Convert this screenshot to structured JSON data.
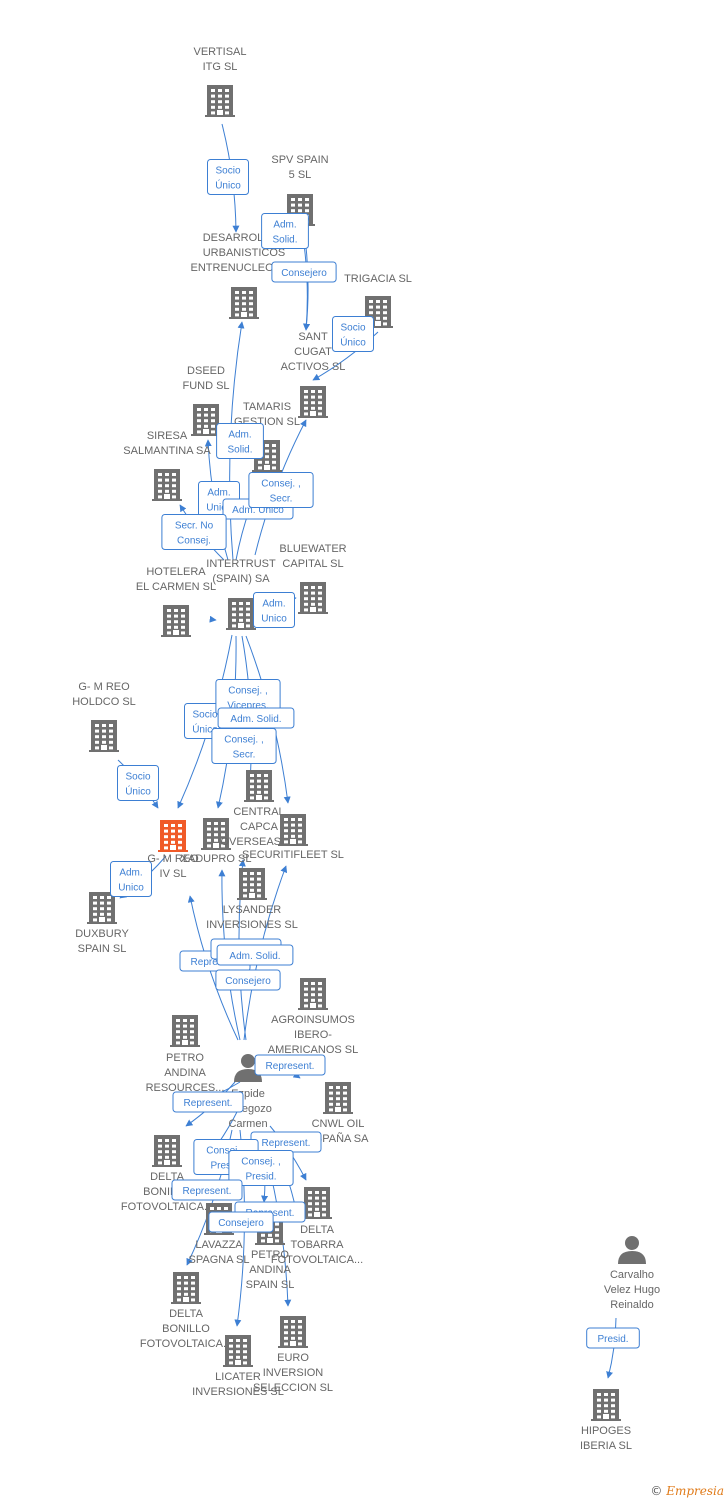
{
  "colors": {
    "edge": "#3d7fd3",
    "company": "#707070",
    "highlight": "#f05a28",
    "label": "#666666"
  },
  "nodes": [
    {
      "id": "vertisal",
      "kind": "company",
      "label": [
        "VERTISAL",
        "ITG  SL"
      ]
    },
    {
      "id": "spv",
      "kind": "company",
      "label": [
        "SPV SPAIN",
        "5  SL"
      ]
    },
    {
      "id": "desarrollos",
      "kind": "company",
      "label": [
        "DESARROLLOS",
        "URBANISTICOS",
        "ENTRENUCLEOS SL"
      ]
    },
    {
      "id": "trigacia",
      "kind": "company",
      "label": [
        "TRIGACIA  SL"
      ]
    },
    {
      "id": "santcugat",
      "kind": "company",
      "label": [
        "SANT",
        "CUGAT",
        "ACTIVOS  SL"
      ]
    },
    {
      "id": "dseed",
      "kind": "company",
      "label": [
        "DSEED",
        "FUND  SL"
      ]
    },
    {
      "id": "tamaris",
      "kind": "company",
      "label": [
        "TAMARIS",
        "GESTION SL"
      ]
    },
    {
      "id": "siresa",
      "kind": "company",
      "label": [
        "SIRESA",
        "SALMANTINA SA"
      ]
    },
    {
      "id": "intertrust",
      "kind": "company",
      "label": [
        "INTERTRUST",
        "(SPAIN) SA"
      ]
    },
    {
      "id": "bluewater",
      "kind": "company",
      "label": [
        "BLUEWATER",
        "CAPITAL SL"
      ]
    },
    {
      "id": "hotelera",
      "kind": "company",
      "label": [
        "HOTELERA",
        "EL CARMEN SL"
      ]
    },
    {
      "id": "gmreo",
      "kind": "company",
      "label": [
        "G- M REO",
        "HOLDCO  SL"
      ]
    },
    {
      "id": "gmreoiv",
      "kind": "company",
      "highlight": true,
      "label": [
        "G- M REO",
        "IV  SL"
      ]
    },
    {
      "id": "xadupro",
      "kind": "company",
      "label": [
        "XADUPRO SL"
      ]
    },
    {
      "id": "central",
      "kind": "company",
      "label": [
        "CENTRAL",
        "CAPCA",
        "OVERSEAS SL"
      ]
    },
    {
      "id": "securitifleet",
      "kind": "company",
      "label": [
        "SECURITIFLEET SL"
      ]
    },
    {
      "id": "duxbury",
      "kind": "company",
      "label": [
        "DUXBURY",
        "SPAIN  SL"
      ]
    },
    {
      "id": "lysander",
      "kind": "company",
      "label": [
        "LYSANDER",
        "INVERSIONES SL"
      ]
    },
    {
      "id": "agroinsumos",
      "kind": "company",
      "label": [
        "AGROINSUMOS",
        "IBERO-",
        "AMERICANOS SL"
      ]
    },
    {
      "id": "petroandina_res",
      "kind": "company",
      "label": [
        "PETRO",
        "ANDINA",
        "RESOURCES..."
      ]
    },
    {
      "id": "person",
      "kind": "person",
      "label": [
        "Ezpide",
        "Urbegozo",
        "Carmen"
      ]
    },
    {
      "id": "cnwl",
      "kind": "company",
      "label": [
        "CNWL OIL",
        "ESPAÑA SA"
      ]
    },
    {
      "id": "deltabonillo1",
      "kind": "company",
      "label": [
        "DELTA",
        "BONILLO",
        "FOTOVOLTAICA..."
      ]
    },
    {
      "id": "deltatobarra",
      "kind": "company",
      "label": [
        "DELTA",
        "TOBARRA",
        "FOTOVOLTAICA..."
      ]
    },
    {
      "id": "lavazza",
      "kind": "company",
      "label": [
        "LAVAZZA",
        "SPAGNA SL"
      ]
    },
    {
      "id": "petroandina_spain",
      "kind": "company",
      "label": [
        "PETRO",
        "ANDINA",
        "SPAIN SL"
      ]
    },
    {
      "id": "deltabonillo2",
      "kind": "company",
      "label": [
        "DELTA",
        "BONILLO",
        "FOTOVOLTAICA..."
      ]
    },
    {
      "id": "euroinversion",
      "kind": "company",
      "label": [
        "EURO",
        "INVERSION",
        "SELECCION SL"
      ]
    },
    {
      "id": "licater",
      "kind": "company",
      "label": [
        "LICATER",
        "INVERSIONES SL"
      ]
    },
    {
      "id": "carvalho",
      "kind": "person",
      "label": [
        "Carvalho",
        "Velez Hugo",
        "Reinaldo"
      ]
    },
    {
      "id": "hipoges",
      "kind": "company",
      "label": [
        "HIPOGES",
        "IBERIA SL"
      ]
    }
  ],
  "edges": [
    {
      "from": "vertisal",
      "to": "desarrollos",
      "label": [
        "Socio",
        "Único"
      ]
    },
    {
      "from": "spv",
      "to": "santcugat",
      "label": [
        "Adm.",
        "Solid."
      ]
    },
    {
      "from": "spv",
      "to": "santcugat",
      "label": [
        "Consejero"
      ]
    },
    {
      "from": "trigacia",
      "to": "santcugat",
      "label": [
        "Socio",
        "Único"
      ]
    },
    {
      "from": "intertrust",
      "to": "desarrollos",
      "label": [
        "Adm.",
        "Solid."
      ]
    },
    {
      "from": "intertrust",
      "to": "dseed",
      "label": [
        "Adm.",
        "Unico"
      ]
    },
    {
      "from": "intertrust",
      "to": "tamaris",
      "label": [
        "Adm. Unico"
      ]
    },
    {
      "from": "intertrust",
      "to": "santcugat",
      "label": [
        "Consej. ,",
        "Secr."
      ]
    },
    {
      "from": "intertrust",
      "to": "siresa",
      "label": [
        "Secr.  No",
        "Consej."
      ]
    },
    {
      "from": "intertrust",
      "to": "bluewater",
      "label": [
        "Adm.",
        "Unico"
      ]
    },
    {
      "from": "intertrust",
      "to": "hotelera",
      "label": []
    },
    {
      "from": "intertrust",
      "to": "gmreoiv",
      "label": [
        "Socio",
        "Único"
      ]
    },
    {
      "from": "intertrust",
      "to": "xadupro",
      "label": [
        "Consej. ,",
        "Vicepres."
      ]
    },
    {
      "from": "intertrust",
      "to": "central",
      "label": [
        "Adm. Solid."
      ]
    },
    {
      "from": "intertrust",
      "to": "securitifleet",
      "label": [
        "Consej. ,",
        "Secr."
      ]
    },
    {
      "from": "gmreo",
      "to": "gmreoiv",
      "label": [
        "Socio",
        "Único"
      ]
    },
    {
      "from": "gmreoiv",
      "to": "duxbury",
      "label": [
        "Adm.",
        "Unico"
      ]
    },
    {
      "from": "person",
      "to": "gmreoiv",
      "label": [
        "Represent."
      ]
    },
    {
      "from": "person",
      "to": "xadupro",
      "label": [
        "Represent."
      ]
    },
    {
      "from": "person",
      "to": "securitifleet",
      "label": [
        "Adm. Solid."
      ]
    },
    {
      "from": "person",
      "to": "intertrust",
      "label": [
        "Consejero"
      ]
    },
    {
      "from": "person",
      "to": "agroinsumos",
      "label": [
        "Represent."
      ]
    },
    {
      "from": "person",
      "to": "petroandina_res",
      "label": [
        "Represent."
      ]
    },
    {
      "from": "person",
      "to": "cnwl",
      "label": [
        "Represent."
      ]
    },
    {
      "from": "person",
      "to": "deltabonillo1",
      "label": [
        "Consej. ,",
        "Presid."
      ]
    },
    {
      "from": "person",
      "to": "petroandina_spain",
      "label": [
        "Consej. ,",
        "Presid."
      ]
    },
    {
      "from": "person",
      "to": "lavazza",
      "label": [
        "Represent."
      ]
    },
    {
      "from": "person",
      "to": "deltatobarra",
      "label": [
        "Represent."
      ]
    },
    {
      "from": "person",
      "to": "licater",
      "label": [
        "Consejero"
      ]
    },
    {
      "from": "person",
      "to": "euroinversion",
      "label": []
    },
    {
      "from": "person",
      "to": "deltabonillo2",
      "label": []
    },
    {
      "from": "carvalho",
      "to": "hipoges",
      "label": [
        "Presid."
      ]
    }
  ],
  "footer": {
    "copyright": "©",
    "brand": "Empresia"
  }
}
